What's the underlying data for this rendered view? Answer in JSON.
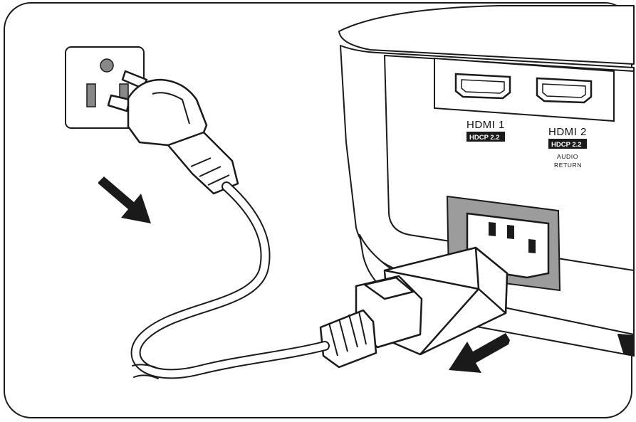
{
  "ports": {
    "hdmi1": {
      "name": "HDMI 1",
      "badge": "HDCP 2.2"
    },
    "hdmi2": {
      "name": "HDMI 2",
      "badge": "HDCP 2.2",
      "note_line1": "AUDIO",
      "note_line2": "RETURN"
    }
  },
  "colors": {
    "outline": "#1a1a1a",
    "panel_gray": "#9c9c9c",
    "badge_bg": "#1a1a1a",
    "arrow": "#1a1a1a",
    "outlet_hole": "#888888"
  },
  "icons": [
    "wall-outlet-icon",
    "power-plug-icon",
    "power-cord-icon",
    "iec-connector-icon",
    "arrow-down-right-icon",
    "arrow-down-left-icon",
    "hdmi-port-icon",
    "ac-inlet-icon"
  ]
}
